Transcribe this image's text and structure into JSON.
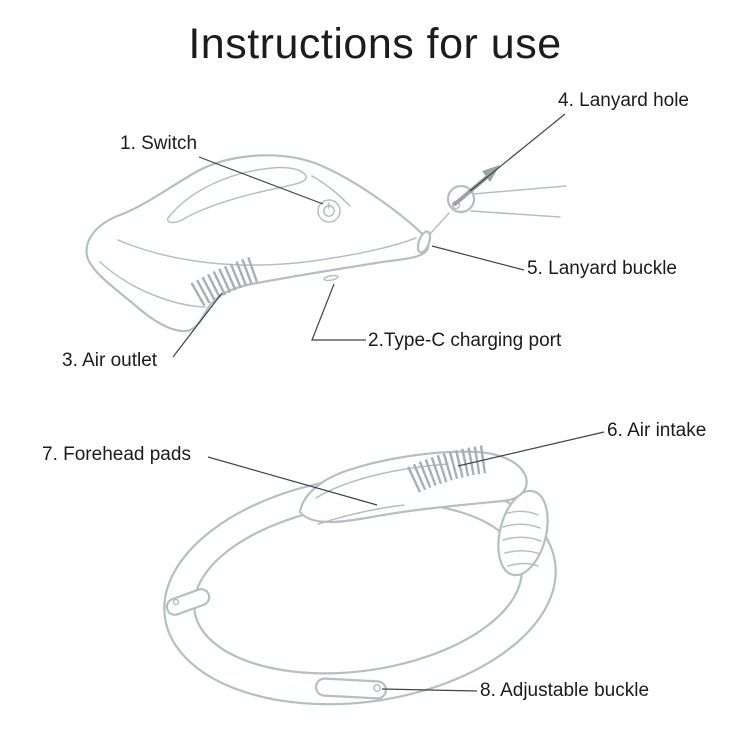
{
  "title": "Instructions for use",
  "diagram": {
    "labels": {
      "switch": "1. Switch",
      "type_c_port": "2.Type-C charging port",
      "air_outlet": "3. Air outlet",
      "lanyard_hole": "4. Lanyard hole",
      "lanyard_buckle": "5. Lanyard buckle",
      "air_intake": "6. Air intake",
      "forehead_pads": "7. Forehead pads",
      "adjustable_buckle": "8. Adjustable buckle"
    },
    "colors": {
      "line_art": "#b6bec2",
      "grille": "#a6afb3",
      "leader_line": "#3f4447",
      "label_text": "#1b1b1b",
      "arrow": "#9aa4a8"
    }
  }
}
